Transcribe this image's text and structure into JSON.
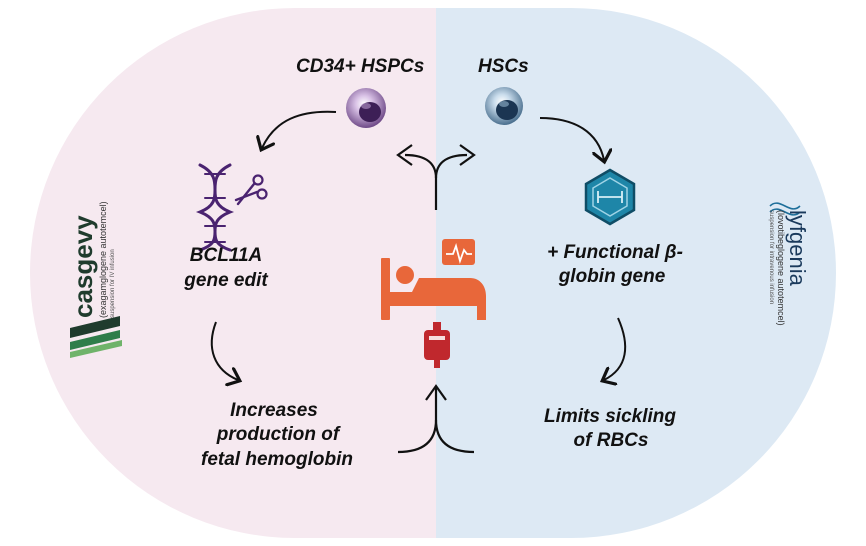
{
  "left_panel": {
    "cell_label": "CD34+ HSPCs",
    "edit_label_line1": "BCL11A",
    "edit_label_line2": "gene edit",
    "outcome_line1": "Increases",
    "outcome_line2": "production of",
    "outcome_line3": "fetal hemoglobin",
    "brand_name": "casgevy",
    "brand_generic": "(exagamglogene autotemcel)",
    "brand_sub": "suspension for IV infusion",
    "left_bg": "#f6e9f0"
  },
  "right_panel": {
    "cell_label": "HSCs",
    "gene_label_line1": "+ Functional β-",
    "gene_label_line2": "globin gene",
    "outcome_line1": "Limits sickling",
    "outcome_line2": "of RBCs",
    "brand_name": "lyfgenia",
    "brand_generic": "(lovotibeglogene autotemcel)",
    "brand_sub": "suspension for intravenous infusion",
    "right_bg": "#dde9f4"
  },
  "icons": {
    "left_cell": "purple-stem-cell-icon",
    "right_cell": "blue-stem-cell-icon",
    "dna": "dna-scissors-icon",
    "gene": "hexagon-gene-icon",
    "patient": "patient-in-bed-icon",
    "monitor": "heart-monitor-icon",
    "iv": "iv-blood-bag-icon",
    "accent_orange": "#e8673a",
    "accent_red": "#c0282d",
    "dna_purple": "#4a2370",
    "hex_teal": "#1e86a8"
  }
}
